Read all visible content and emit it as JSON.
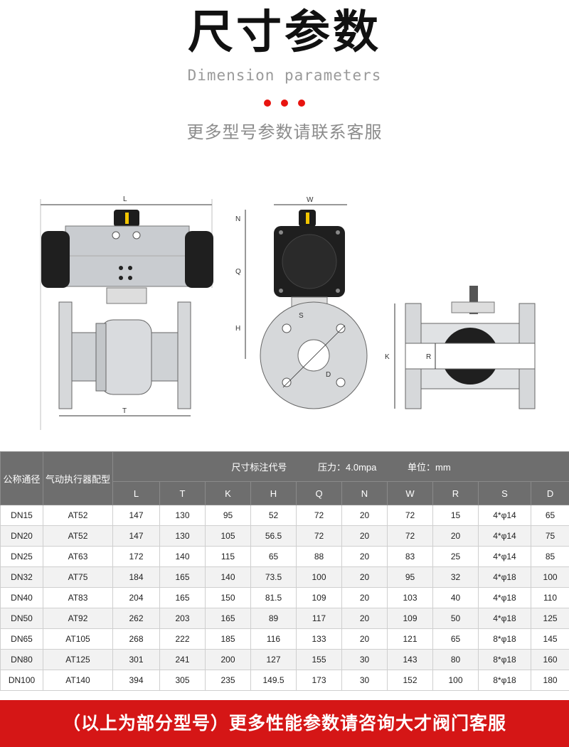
{
  "header": {
    "title": "尺寸参数",
    "subtitle": "Dimension parameters",
    "note": "更多型号参数请联系客服",
    "dot_color": "#e8140f"
  },
  "drawing_labels": {
    "L": "L",
    "T": "T",
    "W": "W",
    "N": "N",
    "Q": "Q",
    "H": "H",
    "S": "S",
    "D": "D",
    "K": "K",
    "R": "R"
  },
  "table": {
    "col_nominal": "公称通径",
    "col_actuator": "气动执行器配型",
    "caption": {
      "codes": "尺寸标注代号",
      "pressure": "压力：4.0mpa",
      "unit": "单位：mm"
    },
    "dims": [
      "L",
      "T",
      "K",
      "H",
      "Q",
      "N",
      "W",
      "R",
      "S",
      "D"
    ],
    "rows": [
      [
        "DN15",
        "AT52",
        "147",
        "130",
        "95",
        "52",
        "72",
        "20",
        "72",
        "15",
        "4*φ14",
        "65"
      ],
      [
        "DN20",
        "AT52",
        "147",
        "130",
        "105",
        "56.5",
        "72",
        "20",
        "72",
        "20",
        "4*φ14",
        "75"
      ],
      [
        "DN25",
        "AT63",
        "172",
        "140",
        "115",
        "65",
        "88",
        "20",
        "83",
        "25",
        "4*φ14",
        "85"
      ],
      [
        "DN32",
        "AT75",
        "184",
        "165",
        "140",
        "73.5",
        "100",
        "20",
        "95",
        "32",
        "4*φ18",
        "100"
      ],
      [
        "DN40",
        "AT83",
        "204",
        "165",
        "150",
        "81.5",
        "109",
        "20",
        "103",
        "40",
        "4*φ18",
        "110"
      ],
      [
        "DN50",
        "AT92",
        "262",
        "203",
        "165",
        "89",
        "117",
        "20",
        "109",
        "50",
        "4*φ18",
        "125"
      ],
      [
        "DN65",
        "AT105",
        "268",
        "222",
        "185",
        "116",
        "133",
        "20",
        "121",
        "65",
        "8*φ18",
        "145"
      ],
      [
        "DN80",
        "AT125",
        "301",
        "241",
        "200",
        "127",
        "155",
        "30",
        "143",
        "80",
        "8*φ18",
        "160"
      ],
      [
        "DN100",
        "AT140",
        "394",
        "305",
        "235",
        "149.5",
        "173",
        "30",
        "152",
        "100",
        "8*φ18",
        "180"
      ]
    ]
  },
  "footer": {
    "banner": "（以上为部分型号）更多性能参数请咨询大才阀门客服",
    "banner_color": "#d51616"
  }
}
